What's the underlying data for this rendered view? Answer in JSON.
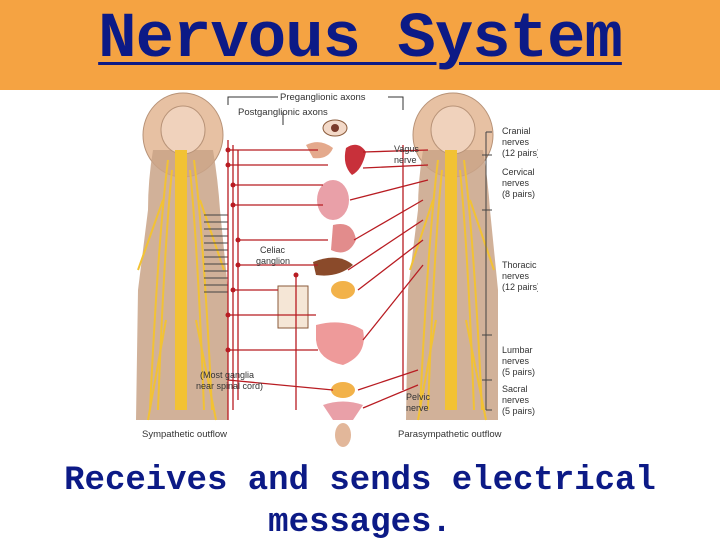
{
  "slide": {
    "title": "Nervous System",
    "caption_line1": "Receives and sends electrical",
    "caption_line2": "messages."
  },
  "diagram": {
    "labels": {
      "preganglionic_axons": "Preganglionic axons",
      "postganglionic_axons": "Postganglionic axons",
      "vagus_nerve_line1": "Vagus",
      "vagus_nerve_line2": "nerve",
      "celiac_ganglion_line1": "Celiac",
      "celiac_ganglion_line2": "ganglion",
      "most_ganglia_line1": "(Most ganglia",
      "most_ganglia_line2": "near spinal cord)",
      "pelvic_nerve_line1": "Pelvic",
      "pelvic_nerve_line2": "nerve",
      "sympathetic_outflow": "Sympathetic outflow",
      "parasympathetic_outflow": "Parasympathetic outflow"
    },
    "regions": [
      {
        "name": "Cranial",
        "detail1": "nerves",
        "detail2": "(12 pairs)"
      },
      {
        "name": "Cervical",
        "detail1": "nerves",
        "detail2": "(8 pairs)"
      },
      {
        "name": "Thoracic",
        "detail1": "nerves",
        "detail2": "(12 pairs)"
      },
      {
        "name": "Lumbar",
        "detail1": "nerves",
        "detail2": "(5 pairs)"
      },
      {
        "name": "Sacral",
        "detail1": "nerves",
        "detail2": "(5 pairs)"
      }
    ],
    "colors": {
      "header": "#f5a342",
      "title_text": "#0c1a86",
      "nerve": "#b81c22",
      "spinal_cord": "#f2c234",
      "body": "#c9a387"
    }
  }
}
